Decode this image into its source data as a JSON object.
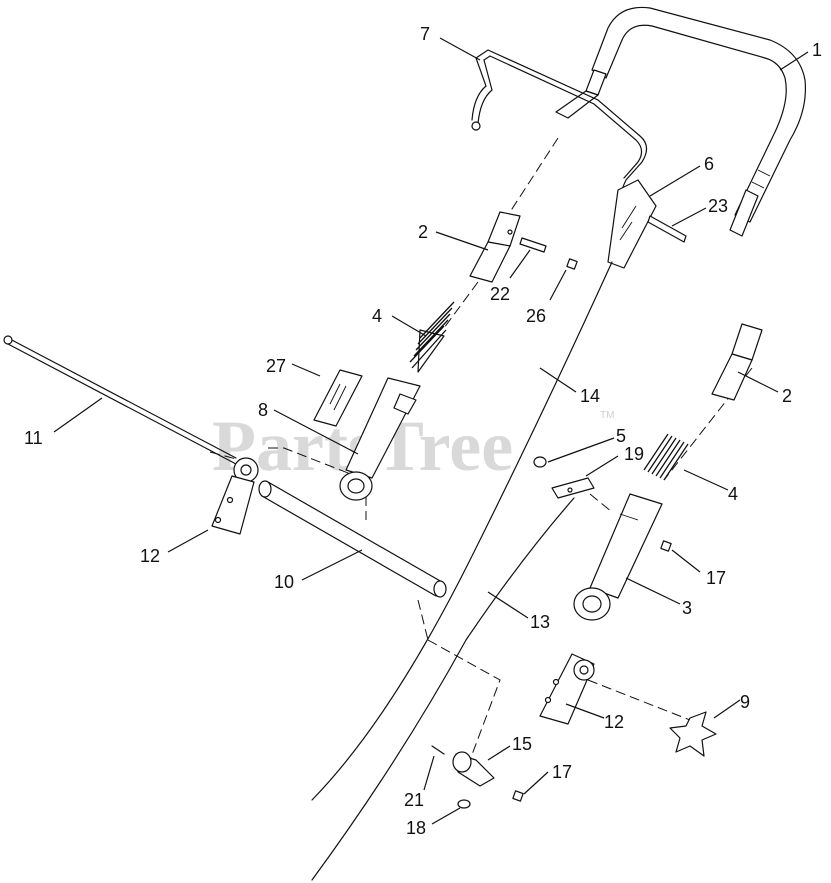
{
  "watermark": {
    "text": "PartsTree",
    "trademark": "TM"
  },
  "callouts": [
    {
      "id": "c1",
      "label": "1"
    },
    {
      "id": "c7",
      "label": "7"
    },
    {
      "id": "c6",
      "label": "6"
    },
    {
      "id": "c23",
      "label": "23"
    },
    {
      "id": "c2a",
      "label": "2"
    },
    {
      "id": "c22",
      "label": "22"
    },
    {
      "id": "c26",
      "label": "26"
    },
    {
      "id": "c4a",
      "label": "4"
    },
    {
      "id": "c27",
      "label": "27"
    },
    {
      "id": "c8",
      "label": "8"
    },
    {
      "id": "c11",
      "label": "11"
    },
    {
      "id": "c14",
      "label": "14"
    },
    {
      "id": "c2b",
      "label": "2"
    },
    {
      "id": "c5",
      "label": "5"
    },
    {
      "id": "c19",
      "label": "19"
    },
    {
      "id": "c4b",
      "label": "4"
    },
    {
      "id": "c12a",
      "label": "12"
    },
    {
      "id": "c17a",
      "label": "17"
    },
    {
      "id": "c10",
      "label": "10"
    },
    {
      "id": "c3",
      "label": "3"
    },
    {
      "id": "c13",
      "label": "13"
    },
    {
      "id": "c9",
      "label": "9"
    },
    {
      "id": "c12b",
      "label": "12"
    },
    {
      "id": "c15",
      "label": "15"
    },
    {
      "id": "c17b",
      "label": "17"
    },
    {
      "id": "c21",
      "label": "21"
    },
    {
      "id": "c18",
      "label": "18"
    }
  ]
}
